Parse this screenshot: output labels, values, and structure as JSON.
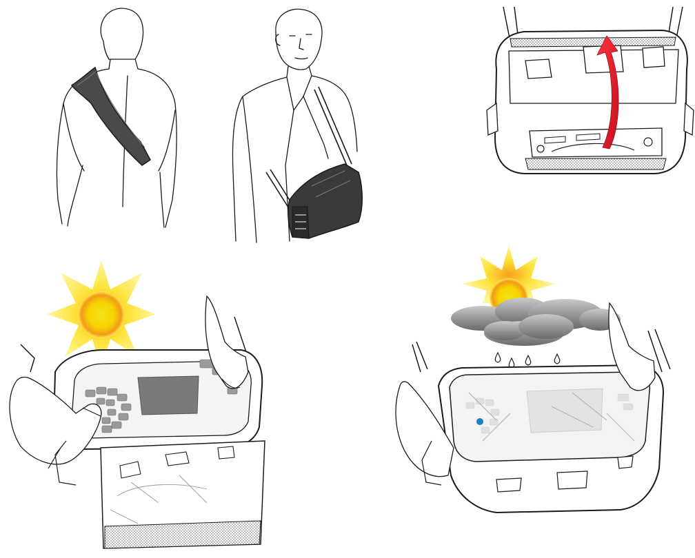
{
  "panels": [
    {
      "id": "strap-worn-back",
      "depicts": "person-shoulder-strap"
    },
    {
      "id": "case-worn-front",
      "depicts": "person-carrying-case"
    },
    {
      "id": "lid-flip",
      "depicts": "case-lid-open-arrow"
    },
    {
      "id": "sunny-use",
      "depicts": "hands-using-device-sun"
    },
    {
      "id": "rain-cover",
      "depicts": "rain-cover-closed-clouds"
    }
  ],
  "colors": {
    "line": "#1a1a1a",
    "strap": "#4a4a4a",
    "case": "#3a3a3a",
    "arrow": "#e8202a",
    "sun_core": "#f6d400",
    "sun_ray": "#ffe94a",
    "cloud": "#8c8c8c",
    "screen": "#7a7a7a",
    "keys": "#9a9a9a",
    "drop": "#ffffff",
    "indicator": "#1c7fc4"
  },
  "icons": [
    "sun-icon",
    "cloud-icon",
    "raindrop-icon",
    "rotate-arrow-icon"
  ]
}
